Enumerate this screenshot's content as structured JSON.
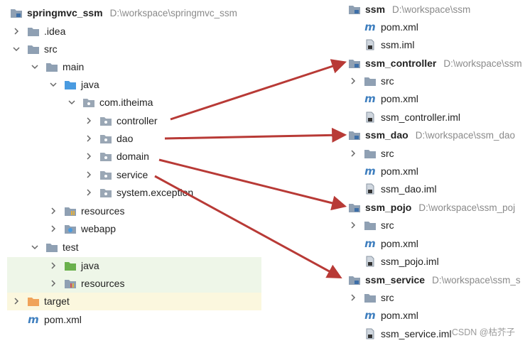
{
  "left_tree": {
    "root_label": "springmvc_ssm",
    "root_path": "D:\\workspace\\springmvc_ssm",
    "items": {
      "idea": ".idea",
      "src": "src",
      "main": "main",
      "java": "java",
      "package": "com.itheima",
      "controller": "controller",
      "dao": "dao",
      "domain": "domain",
      "service": "service",
      "system_exception": "system.exception",
      "resources": "resources",
      "webapp": "webapp",
      "test": "test",
      "test_java": "java",
      "test_resources": "resources",
      "target": "target",
      "pom": "pom.xml"
    }
  },
  "right_modules": {
    "ssm": {
      "label": "ssm",
      "path": "D:\\workspace\\ssm",
      "files": [
        "pom.xml",
        "ssm.iml"
      ]
    },
    "ssm_controller": {
      "label": "ssm_controller",
      "path": "D:\\workspace\\ssm",
      "src": "src",
      "files": [
        "pom.xml",
        "ssm_controller.iml"
      ]
    },
    "ssm_dao": {
      "label": "ssm_dao",
      "path": "D:\\workspace\\ssm_dao",
      "src": "src",
      "files": [
        "pom.xml",
        "ssm_dao.iml"
      ]
    },
    "ssm_pojo": {
      "label": "ssm_pojo",
      "path": "D:\\workspace\\ssm_poj",
      "src": "src",
      "files": [
        "pom.xml",
        "ssm_pojo.iml"
      ]
    },
    "ssm_service": {
      "label": "ssm_service",
      "path": "D:\\workspace\\ssm_s",
      "src": "src",
      "files": [
        "pom.xml",
        "ssm_service.iml"
      ]
    }
  },
  "watermark": "CSDN @枯芥子",
  "colors": {
    "arrow": "#b83a36",
    "folder": "#8fa0b3",
    "source_folder": "#4a9be0",
    "package": "#9aa7b5",
    "m_icon": "#3f7fbf",
    "target_folder": "#f0a35a",
    "green_folder": "#6ab04c"
  }
}
